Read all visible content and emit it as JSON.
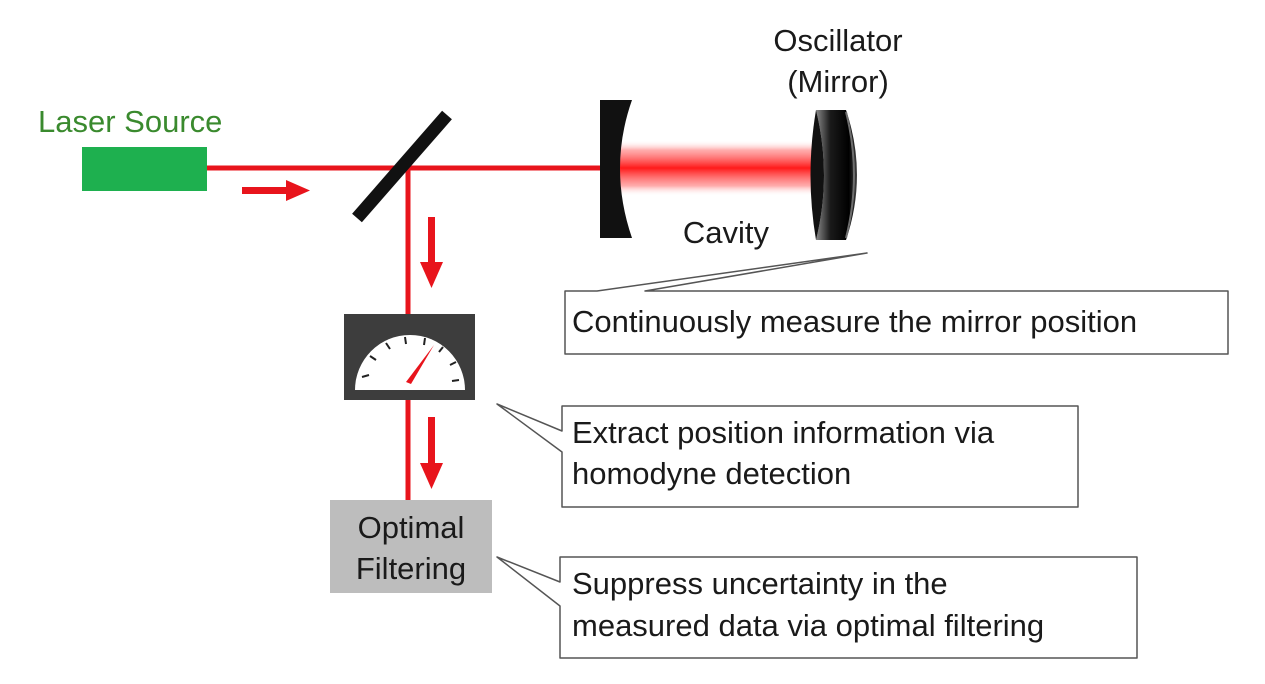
{
  "labels": {
    "laser_source": "Laser Source",
    "oscillator_line1": "Oscillator",
    "oscillator_line2": "(Mirror)",
    "cavity": "Cavity",
    "optimal_filtering_line1": "Optimal",
    "optimal_filtering_line2": "Filtering"
  },
  "callouts": {
    "mirror_position": {
      "lines": [
        "Continuously measure the mirror position"
      ]
    },
    "homodyne": {
      "lines": [
        "Extract position information via",
        "homodyne detection"
      ]
    },
    "filtering": {
      "lines": [
        "Suppress uncertainty in the",
        "measured data via optimal filtering"
      ]
    }
  },
  "colors": {
    "beam": "#e8141c",
    "laser_source": "#1eb04f",
    "laser_label": "#3a8a2e",
    "mirror": "#111111",
    "detector_frame": "#3d3d3d",
    "detector_face": "#ffffff",
    "filter_box": "#bdbdbd",
    "callout_border": "#555555",
    "text": "#1a1a1a"
  }
}
